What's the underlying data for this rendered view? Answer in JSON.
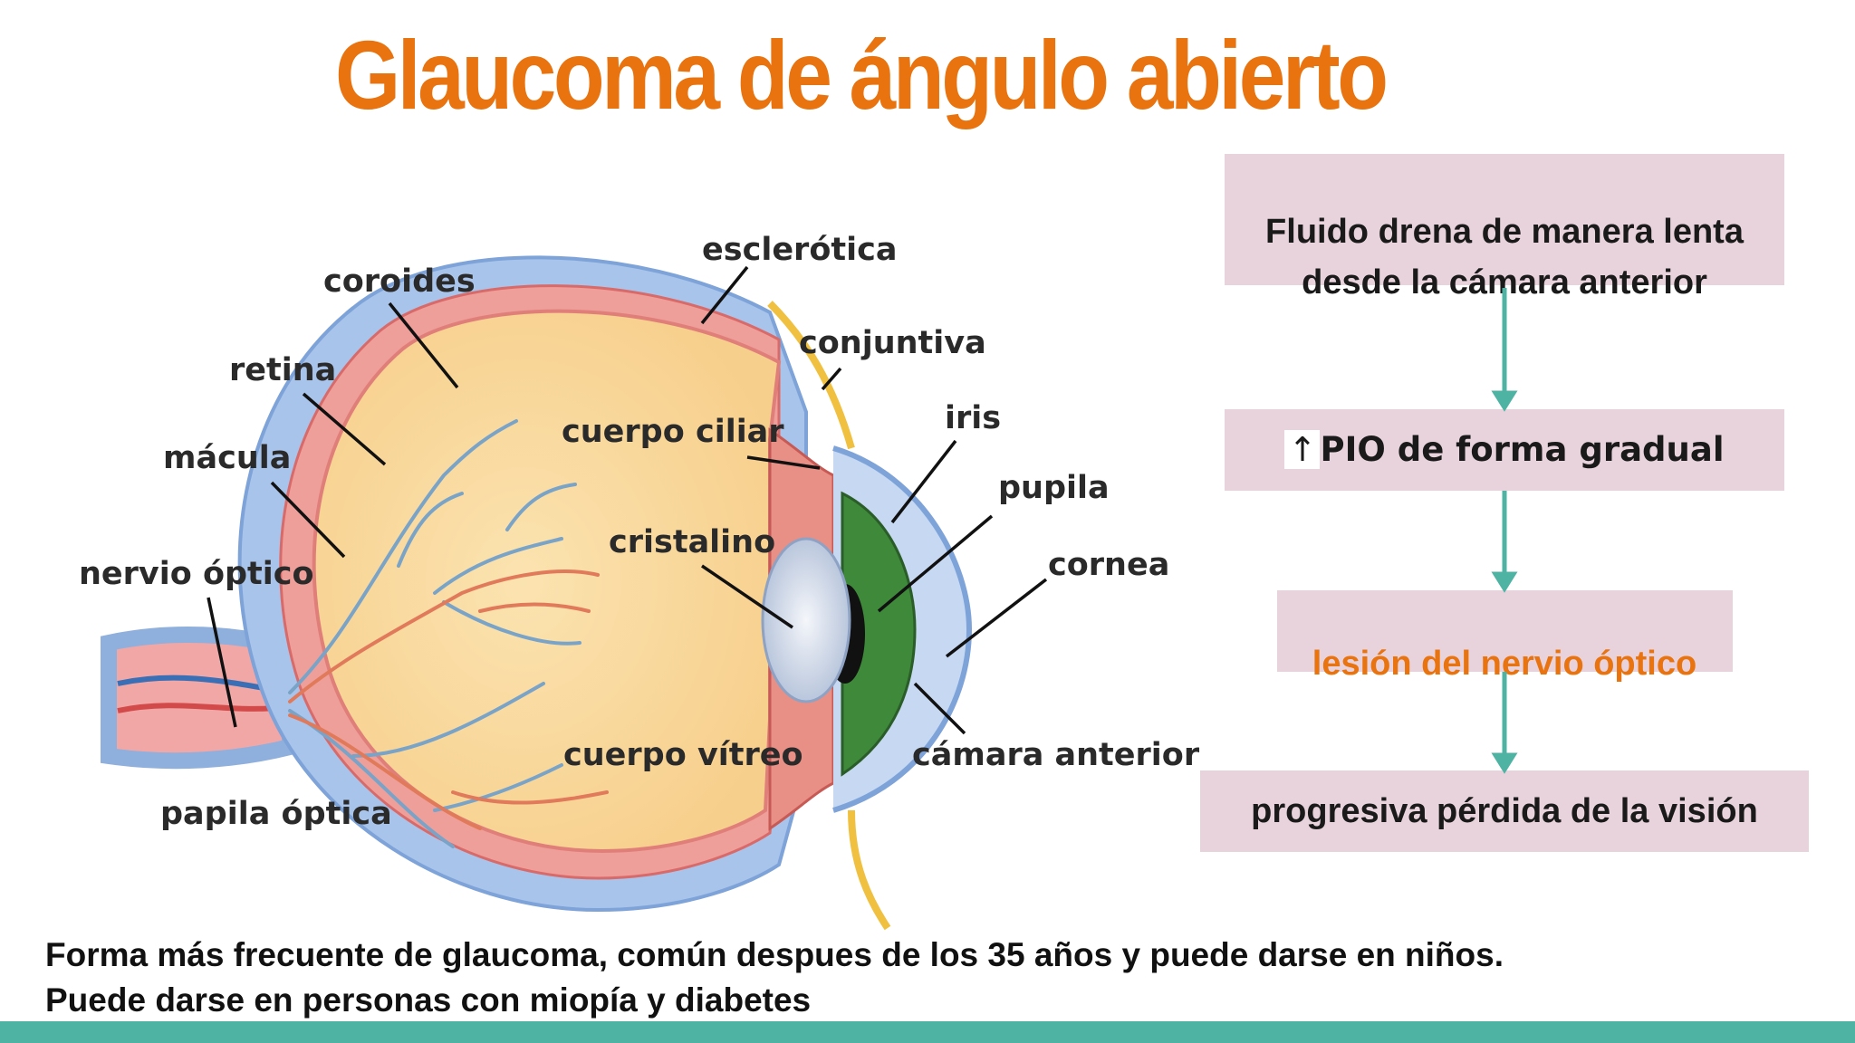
{
  "slide": {
    "title": "Glaucoma de ángulo abierto",
    "accent_color": "#e8730f",
    "arrow_color": "#4fb3a4",
    "box_color": "#e8d3dc"
  },
  "diagram": {
    "labels": {
      "coroides": "coroides",
      "esclerotica": "esclerótica",
      "conjuntiva": "conjuntiva",
      "retina": "retina",
      "iris": "iris",
      "cuerpo_ciliar": "cuerpo ciliar",
      "macula": "mácula",
      "pupila": "pupila",
      "cristalino": "cristalino",
      "nervio_optico": "nervio óptico",
      "cornea": "cornea",
      "cuerpo_vitreo": "cuerpo vítreo",
      "camara_anterior": "cámara anterior",
      "papila_optica": "papila óptica"
    }
  },
  "flow": {
    "step1": "Fluido drena de manera lenta desde la cámara anterior",
    "step2_symbol": "↑",
    "step2": "PIO de forma gradual",
    "step3": "lesión del nervio óptico",
    "step4": "progresiva pérdida de la visión"
  },
  "footer": {
    "line1": "Forma más frecuente de glaucoma, común despues de los 35 años y puede darse en niños.",
    "line2": "Puede darse en personas con miopía y diabetes"
  }
}
